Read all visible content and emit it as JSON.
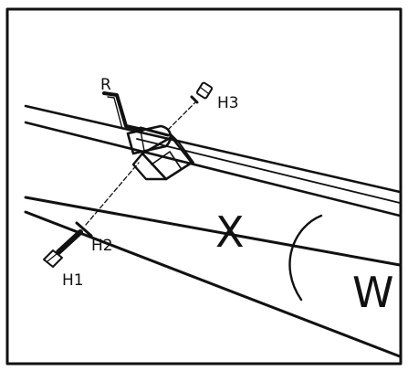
{
  "labels": {
    "r": "R",
    "h1": "H1",
    "h2": "H2",
    "h3": "H3",
    "x": "X",
    "w": "W"
  },
  "colors": {
    "ink": "#111111",
    "paper": "#ffffff"
  },
  "icons": [
    "crank-handle-icon",
    "bracket-icon",
    "bolt-icon",
    "nut-icon"
  ]
}
